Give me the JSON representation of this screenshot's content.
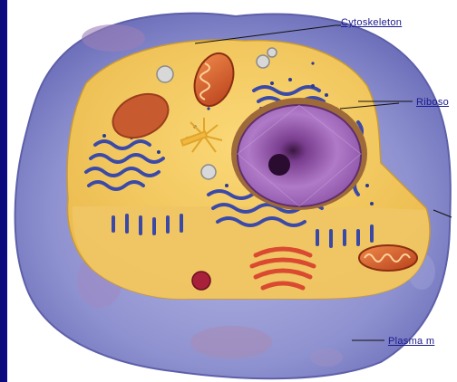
{
  "labels": {
    "cytoskeleton": "Cytoskeleton",
    "ribosomes": "Riboso",
    "plasma_membrane": "Plasma m"
  },
  "colors": {
    "background_border": "#0b0b84",
    "membrane": "#8f92cf",
    "cytoplasm": "#f2c659",
    "nucleus": "#9b5fb8",
    "er": "#3b4aa8",
    "mitochondria": "#d9612a",
    "golgi": "#d9553a",
    "label_text": "#1a1a8c"
  }
}
